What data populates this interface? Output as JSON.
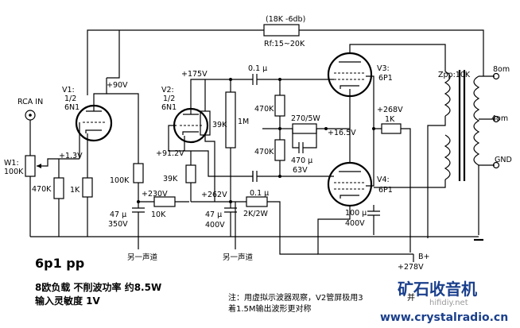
{
  "title": "6p1 pp",
  "spec_line_1": "8欧负载  不削波功率   约8.5W",
  "spec_line_2": "输入灵敏度    1V",
  "note_line_1": "注：用虚拟示波器观察，V2管屏极用3",
  "note_line_1_tail": "并",
  "note_line_2": "着1.5M输出波形更对称",
  "watermark": "hifidiy.net",
  "brand_cn": "矿石收音机",
  "brand_url": "www.crystalradio.cn",
  "labels": {
    "fb_top": "(18K -6db)",
    "fb_rf": "Rf:15~20K",
    "rca_in": "RCA IN",
    "w1": "W1:",
    "w1_val": "100K",
    "r_470k_in": "470K",
    "v1_name": "V1:",
    "v1_half": "1/2",
    "v1_type": "6N1",
    "v1_plate": "+90V",
    "v1_cath": "+1.3V",
    "r_1k_v1": "1K",
    "r_100k": "100K",
    "v2_name": "V2:",
    "v2_half": "1/2",
    "v2_type": "6N1",
    "v2_plate": "+175V",
    "v2_cath": "+91.2V",
    "r_39k_plate": "39K",
    "r_39k_cath": "39K",
    "v_230": "+230V",
    "r_10k": "10K",
    "c_47_350_a": "47 μ",
    "c_47_350_b": "350V",
    "c_01_top": "0.1 μ",
    "r_470k_g1": "470K",
    "r_1m": "1M",
    "r_470k_g2": "470K",
    "r_270": "270/5W",
    "c_470_a": "470 μ",
    "c_470_b": "63V",
    "c_01_bot": "0.1 μ",
    "v_262": "+262V",
    "c_47_400_a": "47 μ",
    "c_47_400_b": "400V",
    "r_2k": "2K/2W",
    "v3_name": "V3:",
    "v3_type": "6P1",
    "v4_name": "V4:",
    "v4_type": "6P1",
    "v_165": "+16.5V",
    "v_268": "+268V",
    "r_1k_scr": "1K",
    "c_100_a": "100 μ",
    "c_100_b": "400V",
    "v_278": "+278V",
    "b_plus": "B+",
    "zpp": "Zpp:10K",
    "out_8": "8om",
    "out_4": "4om",
    "out_gnd": "GND",
    "other_ch_1": "另一声道",
    "other_ch_2": "另一声道"
  }
}
